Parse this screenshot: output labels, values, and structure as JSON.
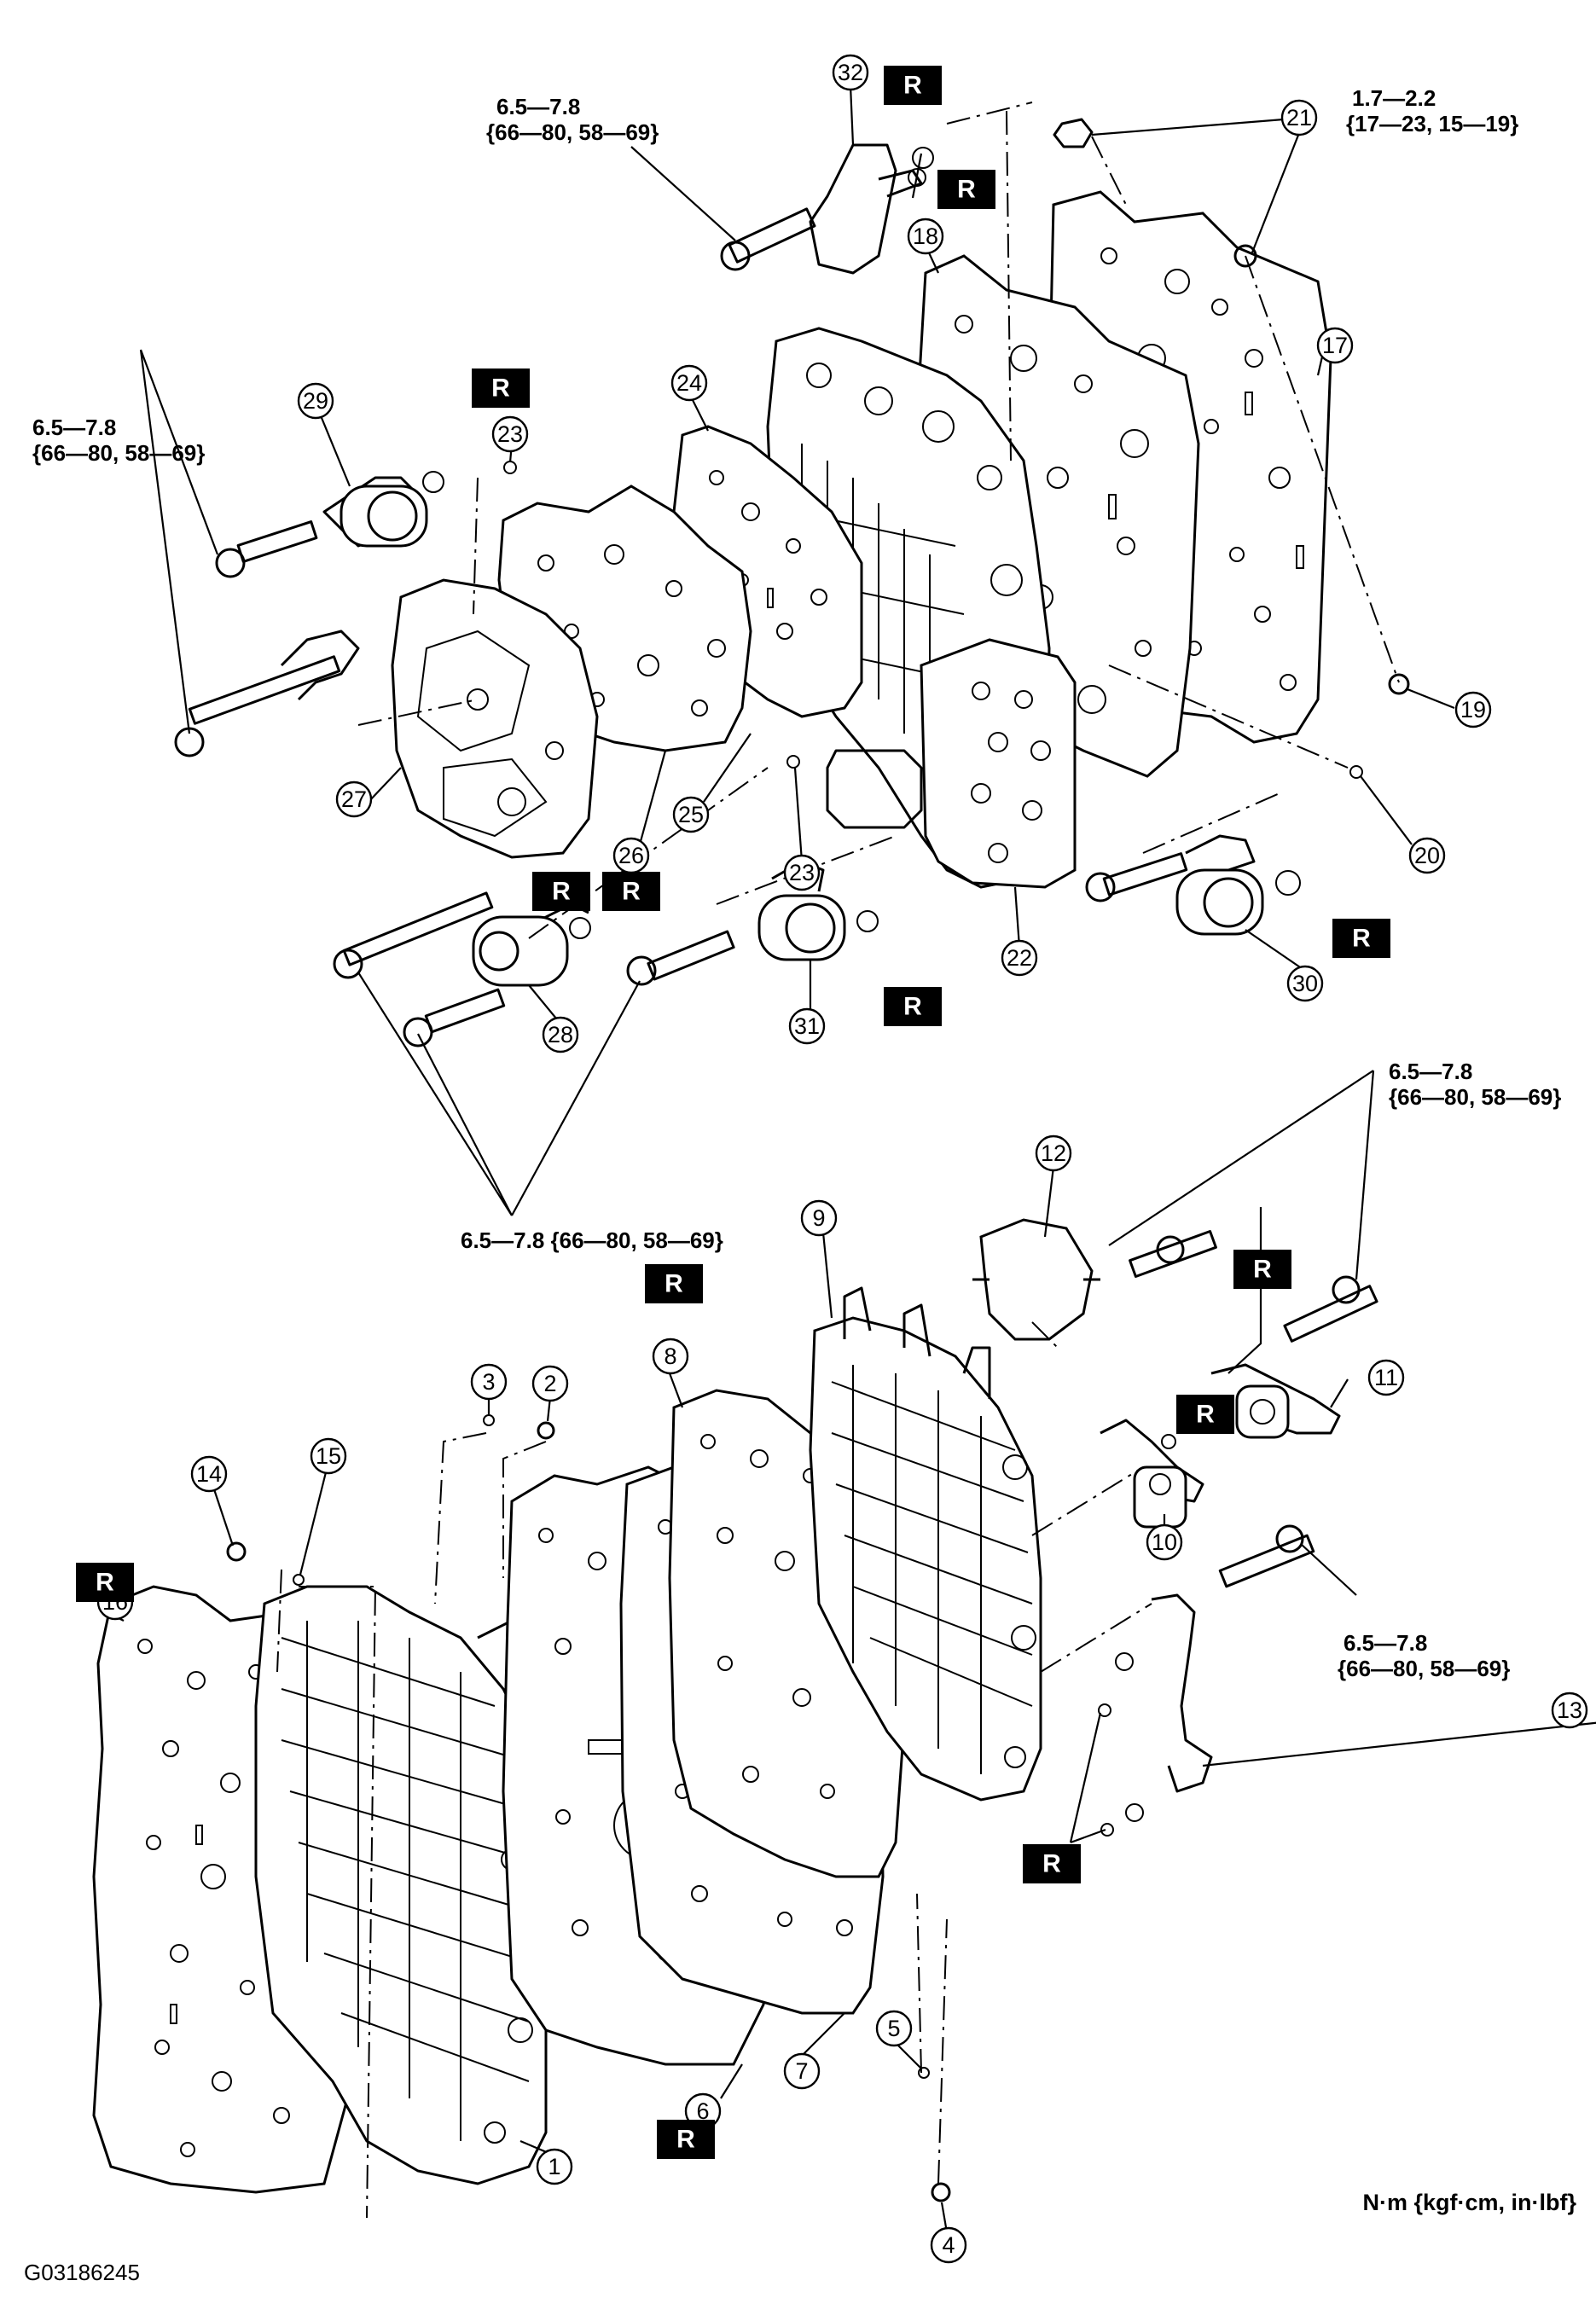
{
  "callouts": [
    "1",
    "2",
    "3",
    "4",
    "5",
    "6",
    "7",
    "8",
    "9",
    "10",
    "11",
    "12",
    "13",
    "14",
    "15",
    "16",
    "17",
    "18",
    "19",
    "20",
    "21",
    "22",
    "23",
    "23",
    "24",
    "25",
    "26",
    "27",
    "28",
    "29",
    "30",
    "31",
    "32"
  ],
  "replace_mark": "R",
  "torque": {
    "t_bolt32_l1": "6.5—7.8",
    "t_bolt32_l2": "{66—80, 58—69}",
    "t_nut21_l1": "1.7—2.2",
    "t_nut21_l2": "{17—23, 15—19}",
    "t_left_l1": "6.5—7.8",
    "t_left_l2": "{66—80, 58—69}",
    "t_right_l1": "6.5—7.8",
    "t_right_l2": "{66—80, 58—69}",
    "t_center": "6.5—7.8 {66—80, 58—69}",
    "t_lower_l1": "6.5—7.8",
    "t_lower_l2": "{66—80, 58—69}"
  },
  "units_note": "N·m {kgf·cm, in·lbf}",
  "figure_id": "G03186245"
}
